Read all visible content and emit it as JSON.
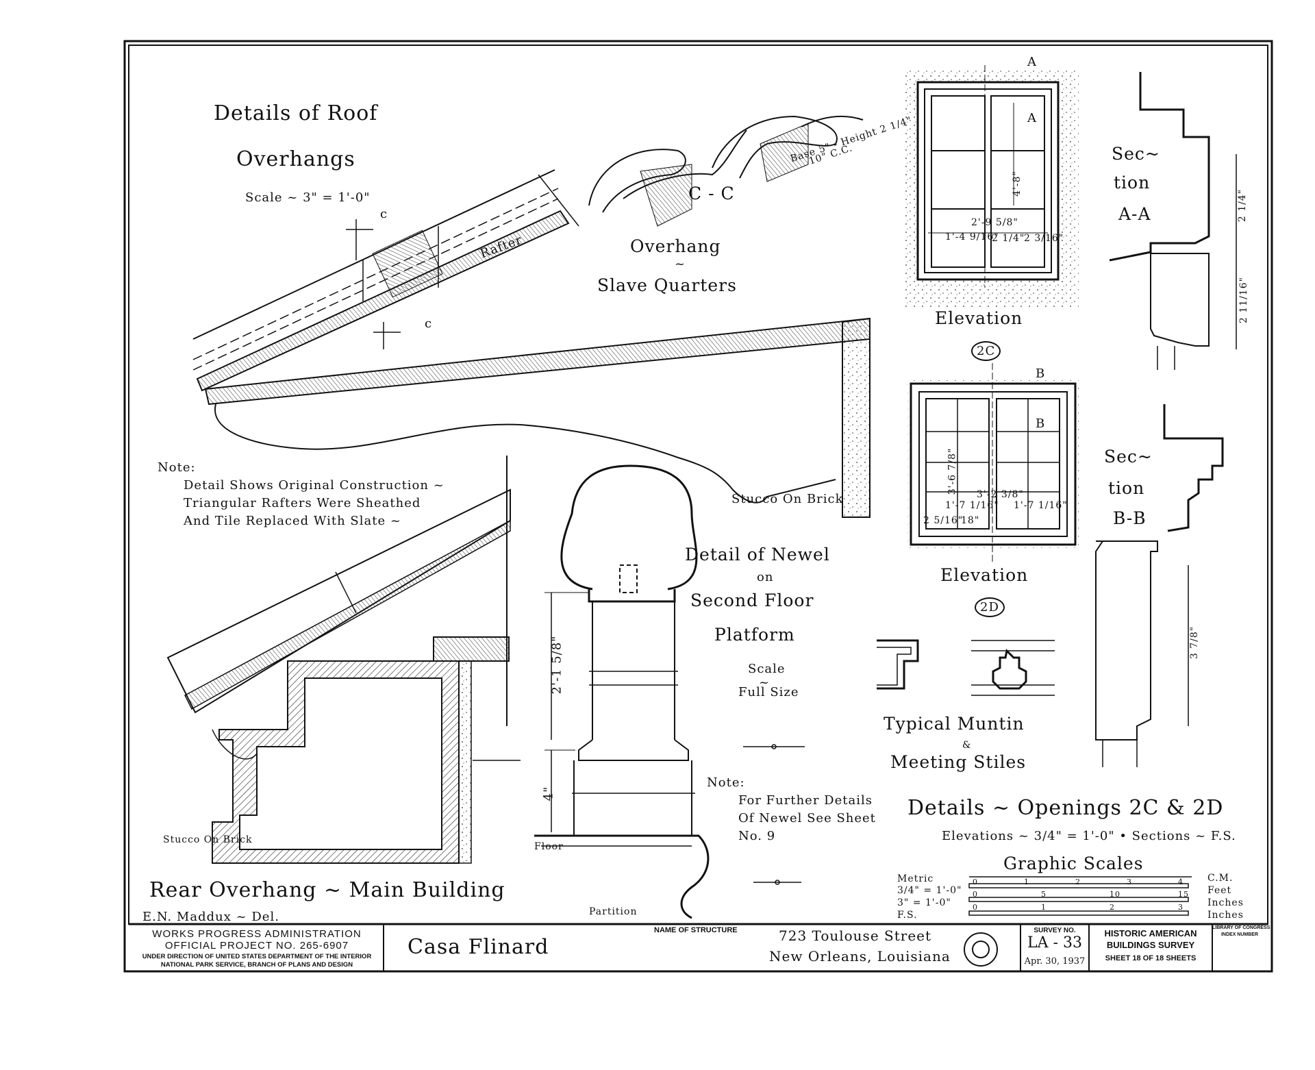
{
  "roof": {
    "title_line1": "Details of Roof",
    "title_line2": "Overhangs",
    "scale": "Scale ~ 3\" = 1'-0\"",
    "rafter_label": "Rafter",
    "section_cut": "c",
    "cc_label": "C - C",
    "base_note_line1": "Base 5\" - Height 2 1/4\"",
    "base_note_line2": "10\" C.C.",
    "slave_line1": "Overhang",
    "slave_line2": "~",
    "slave_line3": "Slave Quarters",
    "stucco_upper": "Stucco On Brick"
  },
  "note_main": {
    "title": "Note:",
    "line1": "Detail Shows Original Construction ~",
    "line2": "Triangular Rafters Were Sheathed",
    "line3": "And Tile Replaced With Slate ~"
  },
  "rear": {
    "title": "Rear Overhang ~ Main Building",
    "stucco": "Stucco On Brick",
    "delineator": "E.N. Maddux ~ Del."
  },
  "newel": {
    "title_line1": "Detail of Newel",
    "title_line2": "on",
    "title_line3": "Second Floor",
    "title_line4": "Platform",
    "scale_line1": "Scale",
    "scale_line2": "~",
    "scale_line3": "Full Size",
    "dim_height": "2'-1 5/8\"",
    "dim_base": "4\"",
    "floor": "Floor",
    "partition": "Partition",
    "note_title": "Note:",
    "note_line1": "For Further Details",
    "note_line2": "Of Newel See Sheet",
    "note_line3": "No. 9"
  },
  "openings": {
    "elevation_label": "Elevation",
    "tag_2c": "2C",
    "tag_2d": "2D",
    "sec_a": "A",
    "sec_b": "B",
    "dim_2c_height": "4'-8\"",
    "dim_2c_width": "2'-9 5/8\"",
    "dim_2c_leaf": "1'-4 9/16\"",
    "dim_2c_mid": "2 1/4\"",
    "dim_2c_side": "2 3/16\"",
    "dim_2d_height": "3'-6 7/8\"",
    "dim_2d_width": "3'-2 3/8\"",
    "dim_2d_leaf_l": "1'-7 1/16\"",
    "dim_2d_leaf_r": "1'-7 1/16\"",
    "dim_2d_small1": "2 5/16\"",
    "dim_2d_small2": "18\"",
    "section_aa_line1": "Sec~",
    "section_aa_line2": "tion",
    "section_aa_line3": "A-A",
    "section_bb_line1": "Sec~",
    "section_bb_line2": "tion",
    "section_bb_line3": "B-B",
    "dim_aa_1": "2 1/4\"",
    "dim_aa_2": "2 11/16\"",
    "dim_bb": "3 7/8\"",
    "muntin_line1": "Typical Muntin",
    "muntin_line2": "&",
    "muntin_line3": "Meeting Stiles",
    "details_title": "Details ~ Openings 2C & 2D",
    "details_sub": "Elevations ~ 3/4\" = 1'-0\" • Sections ~ F.S."
  },
  "scales": {
    "title": "Graphic Scales",
    "metric": "Metric",
    "row1": "3/4\" = 1'-0\"",
    "row2": "3\" = 1'-0\"",
    "fs": "F.S.",
    "unit_cm": "C.M.",
    "unit_feet": "Feet",
    "unit_inches1": "Inches",
    "unit_inches2": "Inches",
    "ticks_feet": [
      "0",
      "1",
      "2",
      "3",
      "4"
    ],
    "ticks_cm": [
      "0",
      "5",
      "10",
      "15"
    ],
    "ticks_in": [
      "0",
      "1",
      "2",
      "3"
    ]
  },
  "title_block": {
    "wpa_line1": "WORKS PROGRESS ADMINISTRATION",
    "wpa_line2": "OFFICIAL PROJECT NO. 265-6907",
    "wpa_line3": "UNDER DIRECTION OF UNITED STATES DEPARTMENT OF THE INTERIOR",
    "wpa_line4": "NATIONAL PARK SERVICE, BRANCH OF PLANS AND DESIGN",
    "name_label": "NAME OF STRUCTURE",
    "structure_name": "Casa Flinard",
    "address_line1": "723 Toulouse Street",
    "address_line2": "New Orleans, Louisiana",
    "survey_label": "SURVEY NO.",
    "survey_no": "LA - 33",
    "survey_date": "Apr. 30, 1937",
    "habs_line1": "HISTORIC AMERICAN",
    "habs_line2": "BUILDINGS SURVEY",
    "sheet_line": "SHEET 18 OF 18 SHEETS",
    "loc_line1": "LIBRARY OF CONGRESS",
    "loc_line2": "INDEX NUMBER"
  }
}
